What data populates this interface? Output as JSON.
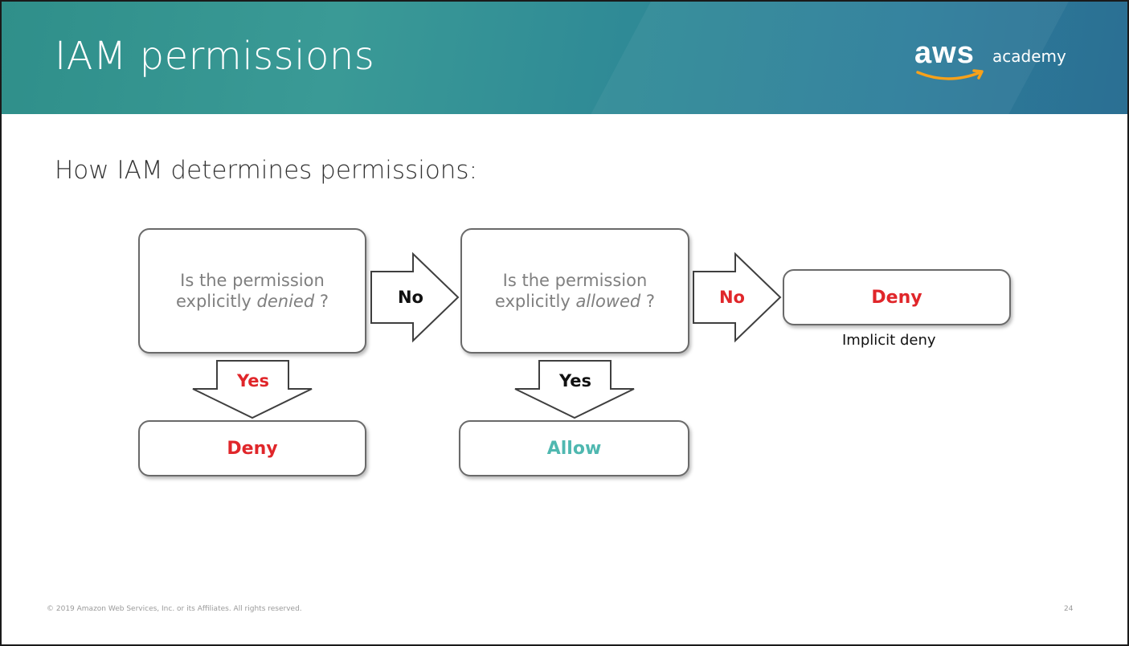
{
  "header": {
    "title": "IAM permissions",
    "logo": {
      "wordmark": "aws",
      "suffix": "academy",
      "smile_color": "#f90"
    }
  },
  "content": {
    "subtitle": "How IAM determines permissions:"
  },
  "flowchart": {
    "question_1": {
      "prefix": "Is the permission",
      "line2_prefix": "explicitly ",
      "emphasis": "denied",
      "suffix": " ?"
    },
    "question_2": {
      "prefix": "Is the permission",
      "line2_prefix": "explicitly ",
      "emphasis": "allowed",
      "suffix": " ?"
    },
    "arrow_no_1": "No",
    "arrow_no_2": "No",
    "arrow_yes_1": "Yes",
    "arrow_yes_2": "Yes",
    "result_deny_explicit": "Deny",
    "result_allow": "Allow",
    "result_deny_implicit": "Deny",
    "implicit_note": "Implicit deny"
  },
  "colors": {
    "deny": "#e0262a",
    "allow": "#4fb8b0",
    "header": "#2f8f8a"
  },
  "footer": {
    "copyright": "© 2019 Amazon Web Services, Inc. or its Affiliates. All rights reserved.",
    "page_number": "24"
  }
}
